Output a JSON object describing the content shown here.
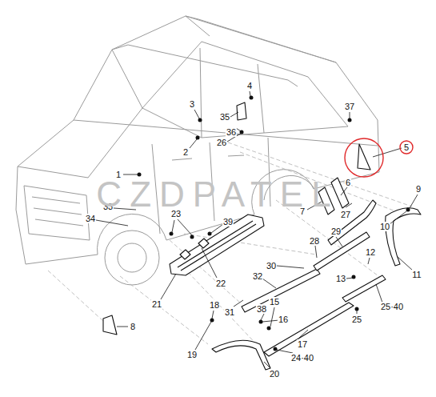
{
  "diagram": {
    "labels": [
      "1",
      "2",
      "3",
      "4",
      "5",
      "6",
      "7",
      "8",
      "9",
      "10",
      "11",
      "12",
      "13",
      "15",
      "16",
      "17",
      "18",
      "19",
      "20",
      "21",
      "22",
      "23",
      "24·40",
      "25·40",
      "25",
      "26",
      "27",
      "28",
      "29",
      "30",
      "31",
      "32",
      "33",
      "34",
      "35",
      "36",
      "37",
      "38",
      "39",
      "CZDPATEL"
    ]
  }
}
